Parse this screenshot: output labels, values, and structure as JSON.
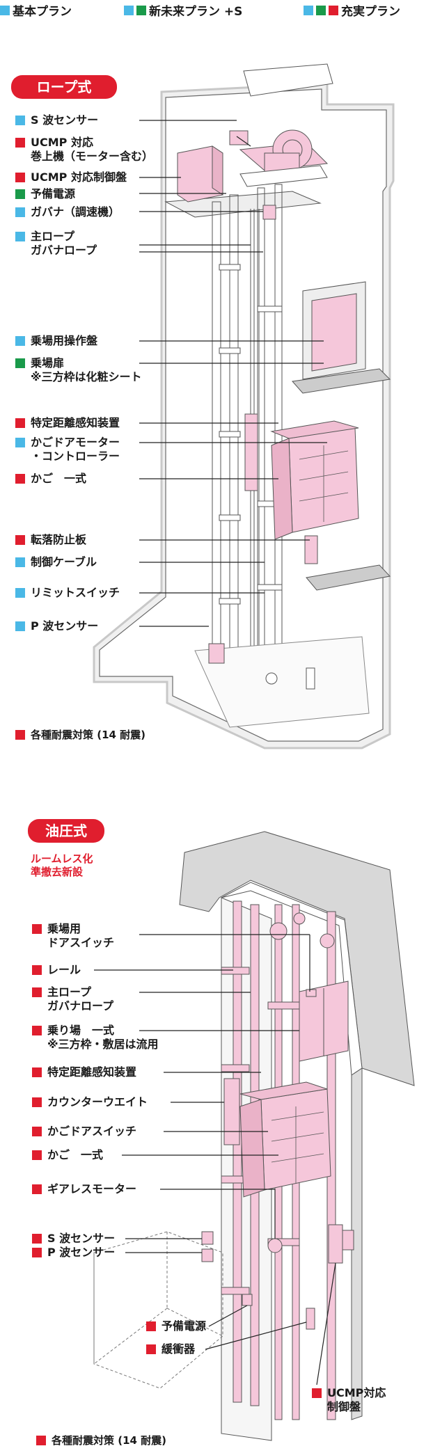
{
  "legend": [
    {
      "label": "基本プラン",
      "colors": [
        "#4ab8e6"
      ]
    },
    {
      "label": "新未来プラン +S",
      "colors": [
        "#4ab8e6",
        "#1a9a4a"
      ]
    },
    {
      "label": "充実プラン",
      "colors": [
        "#4ab8e6",
        "#1a9a4a",
        "#e01e2e"
      ]
    }
  ],
  "colors": {
    "blue": "#4ab8e6",
    "green": "#1a9a4a",
    "red": "#e01e2e",
    "pink": "#f5c7da"
  },
  "rope": {
    "title": "ロープ式",
    "labels": [
      {
        "color": "blue",
        "lines": [
          "S 波センサー"
        ]
      },
      {
        "color": "red",
        "lines": [
          "UCMP 対応",
          "巻上機（モーター含む）"
        ]
      },
      {
        "color": "red",
        "lines": [
          "UCMP 対応制御盤"
        ]
      },
      {
        "color": "green",
        "lines": [
          "予備電源"
        ]
      },
      {
        "color": "blue",
        "lines": [
          "ガバナ（調速機）"
        ]
      },
      {
        "color": "blue",
        "lines": [
          "主ロープ",
          "ガバナロープ"
        ]
      },
      {
        "color": "blue",
        "lines": [
          "乗場用操作盤"
        ]
      },
      {
        "color": "green",
        "lines": [
          "乗場扉",
          "※三方枠は化粧シート"
        ]
      },
      {
        "color": "red",
        "lines": [
          "特定距離感知装置"
        ]
      },
      {
        "color": "blue",
        "lines": [
          "かごドアモーター",
          "・コントローラー"
        ]
      },
      {
        "color": "red",
        "lines": [
          "かご　一式"
        ]
      },
      {
        "color": "red",
        "lines": [
          "転落防止板"
        ]
      },
      {
        "color": "blue",
        "lines": [
          "制御ケーブル"
        ]
      },
      {
        "color": "blue",
        "lines": [
          "リミットスイッチ"
        ]
      },
      {
        "color": "blue",
        "lines": [
          "P 波センサー"
        ]
      }
    ],
    "footer": "各種耐震対策 (14 耐震)"
  },
  "hydraulic": {
    "title": "油圧式",
    "note": [
      "ルームレス化",
      "準撤去新設"
    ],
    "labels": [
      {
        "color": "red",
        "lines": [
          "乗場用",
          "ドアスイッチ"
        ]
      },
      {
        "color": "red",
        "lines": [
          "レール"
        ]
      },
      {
        "color": "red",
        "lines": [
          "主ロープ",
          "ガバナロープ"
        ]
      },
      {
        "color": "red",
        "lines": [
          "乗り場　一式",
          "※三方枠・敷居は流用"
        ]
      },
      {
        "color": "red",
        "lines": [
          "特定距離感知装置"
        ]
      },
      {
        "color": "red",
        "lines": [
          "カウンターウエイト"
        ]
      },
      {
        "color": "red",
        "lines": [
          "かごドアスイッチ"
        ]
      },
      {
        "color": "red",
        "lines": [
          "かご　一式"
        ]
      },
      {
        "color": "red",
        "lines": [
          "ギアレスモーター"
        ]
      },
      {
        "color": "red",
        "lines": [
          "S 波センサー"
        ]
      },
      {
        "color": "red",
        "lines": [
          "P 波センサー"
        ]
      },
      {
        "color": "red",
        "lines": [
          "予備電源"
        ]
      },
      {
        "color": "red",
        "lines": [
          "緩衝器"
        ]
      },
      {
        "color": "red",
        "lines": [
          "UCMP対応",
          "制御盤"
        ]
      }
    ],
    "footer": "各種耐震対策 (14 耐震)"
  }
}
